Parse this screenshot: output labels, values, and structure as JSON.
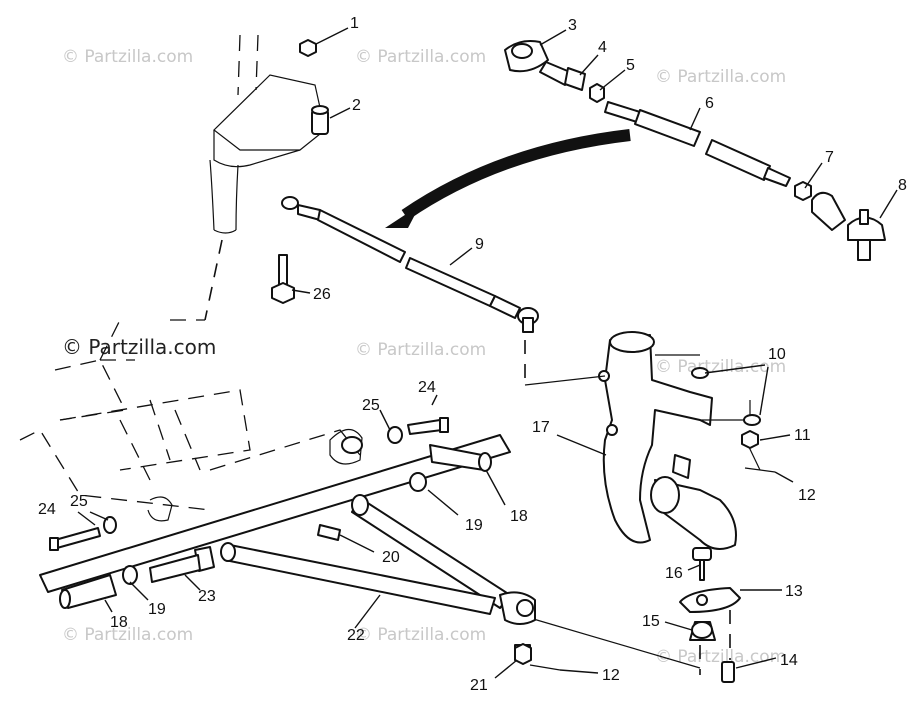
{
  "watermark": "© Partzilla.com",
  "callouts": [
    {
      "id": "c1",
      "text": "1"
    },
    {
      "id": "c2",
      "text": "2"
    },
    {
      "id": "c3",
      "text": "3"
    },
    {
      "id": "c4",
      "text": "4"
    },
    {
      "id": "c5",
      "text": "5"
    },
    {
      "id": "c6",
      "text": "6"
    },
    {
      "id": "c7",
      "text": "7"
    },
    {
      "id": "c8",
      "text": "8"
    },
    {
      "id": "c9",
      "text": "9"
    },
    {
      "id": "c26",
      "text": "26"
    },
    {
      "id": "c10",
      "text": "10"
    },
    {
      "id": "c11",
      "text": "11"
    },
    {
      "id": "c12a",
      "text": "12"
    },
    {
      "id": "c17",
      "text": "17"
    },
    {
      "id": "c24a",
      "text": "24"
    },
    {
      "id": "c25a",
      "text": "25"
    },
    {
      "id": "c24b",
      "text": "24"
    },
    {
      "id": "c25b",
      "text": "25"
    },
    {
      "id": "c19a",
      "text": "19"
    },
    {
      "id": "c18a",
      "text": "18"
    },
    {
      "id": "c20",
      "text": "20"
    },
    {
      "id": "c16",
      "text": "16"
    },
    {
      "id": "c13",
      "text": "13"
    },
    {
      "id": "c15",
      "text": "15"
    },
    {
      "id": "c14",
      "text": "14"
    },
    {
      "id": "c18b",
      "text": "18"
    },
    {
      "id": "c19b",
      "text": "19"
    },
    {
      "id": "c23",
      "text": "23"
    },
    {
      "id": "c22",
      "text": "22"
    },
    {
      "id": "c21",
      "text": "21"
    },
    {
      "id": "c12b",
      "text": "12"
    }
  ]
}
